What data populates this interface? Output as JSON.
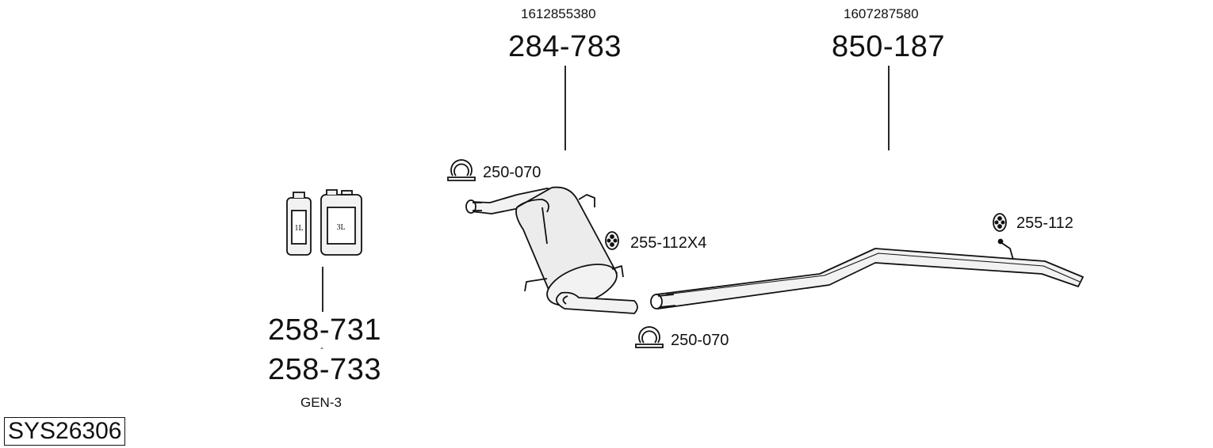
{
  "system_code": "SYS26306",
  "parts": {
    "front_muffler": {
      "oem": "1612855380",
      "part": "284-783"
    },
    "rear_pipe": {
      "oem": "1607287580",
      "part": "850-187"
    },
    "paste": {
      "part_a": "258-731",
      "separator": "-",
      "part_b": "258-733",
      "note": "GEN-3",
      "can_small": "1L",
      "can_large": "3L"
    }
  },
  "accessories": {
    "clamp_top": "250-070",
    "clamp_bottom": "250-070",
    "hanger_middle": "255-112X4",
    "hanger_right": "255-112"
  },
  "colors": {
    "line": "#111111",
    "fill_light": "#f2f2f2",
    "fill_mid": "#d9d9d9"
  }
}
